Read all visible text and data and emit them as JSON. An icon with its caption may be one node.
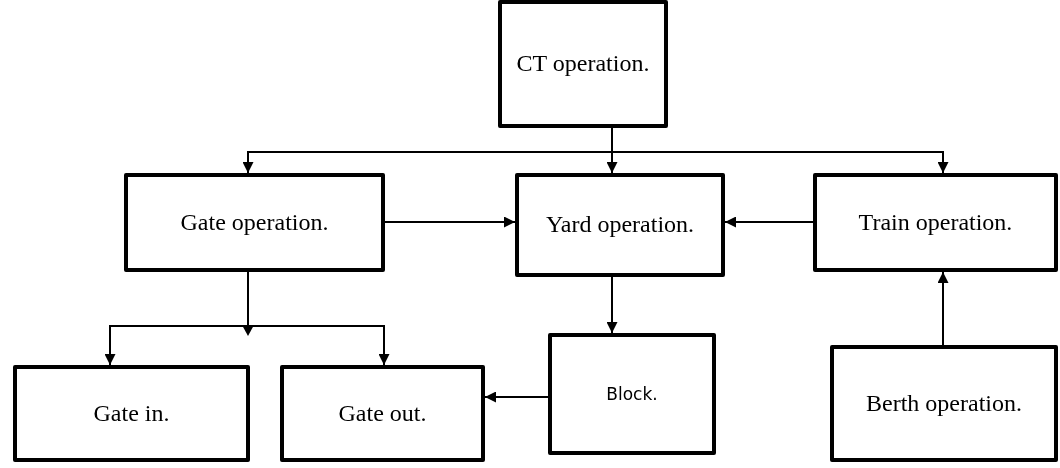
{
  "diagram": {
    "nodes": [
      {
        "text": [
          "CT operation."
        ]
      },
      {
        "text": [
          "Gate operation."
        ]
      },
      {
        "text": [
          "Yard operation."
        ]
      },
      {
        "text": [
          "Train operation."
        ]
      },
      {
        "text": [
          "Gate in."
        ]
      },
      {
        "text": [
          "Gate out."
        ]
      },
      {
        "text": [
          "Block."
        ]
      },
      {
        "text": [
          "Berth operation."
        ]
      }
    ],
    "edges": [
      {
        "from": 0,
        "to": 1,
        "arrow": "to"
      },
      {
        "from": 0,
        "to": 2,
        "arrow": "to"
      },
      {
        "from": 0,
        "to": 3,
        "arrow": "to"
      },
      {
        "from": 1,
        "to": 2,
        "arrow": "to"
      },
      {
        "from": 3,
        "to": 2,
        "arrow": "to"
      },
      {
        "from": 2,
        "to": 6,
        "arrow": "to"
      },
      {
        "from": 1,
        "to": 4,
        "arrow": "to"
      },
      {
        "from": 1,
        "to": 5,
        "arrow": "to"
      },
      {
        "from": 6,
        "to": 5,
        "arrow": "to"
      },
      {
        "from": 7,
        "to": 3,
        "arrow": "to"
      }
    ]
  }
}
